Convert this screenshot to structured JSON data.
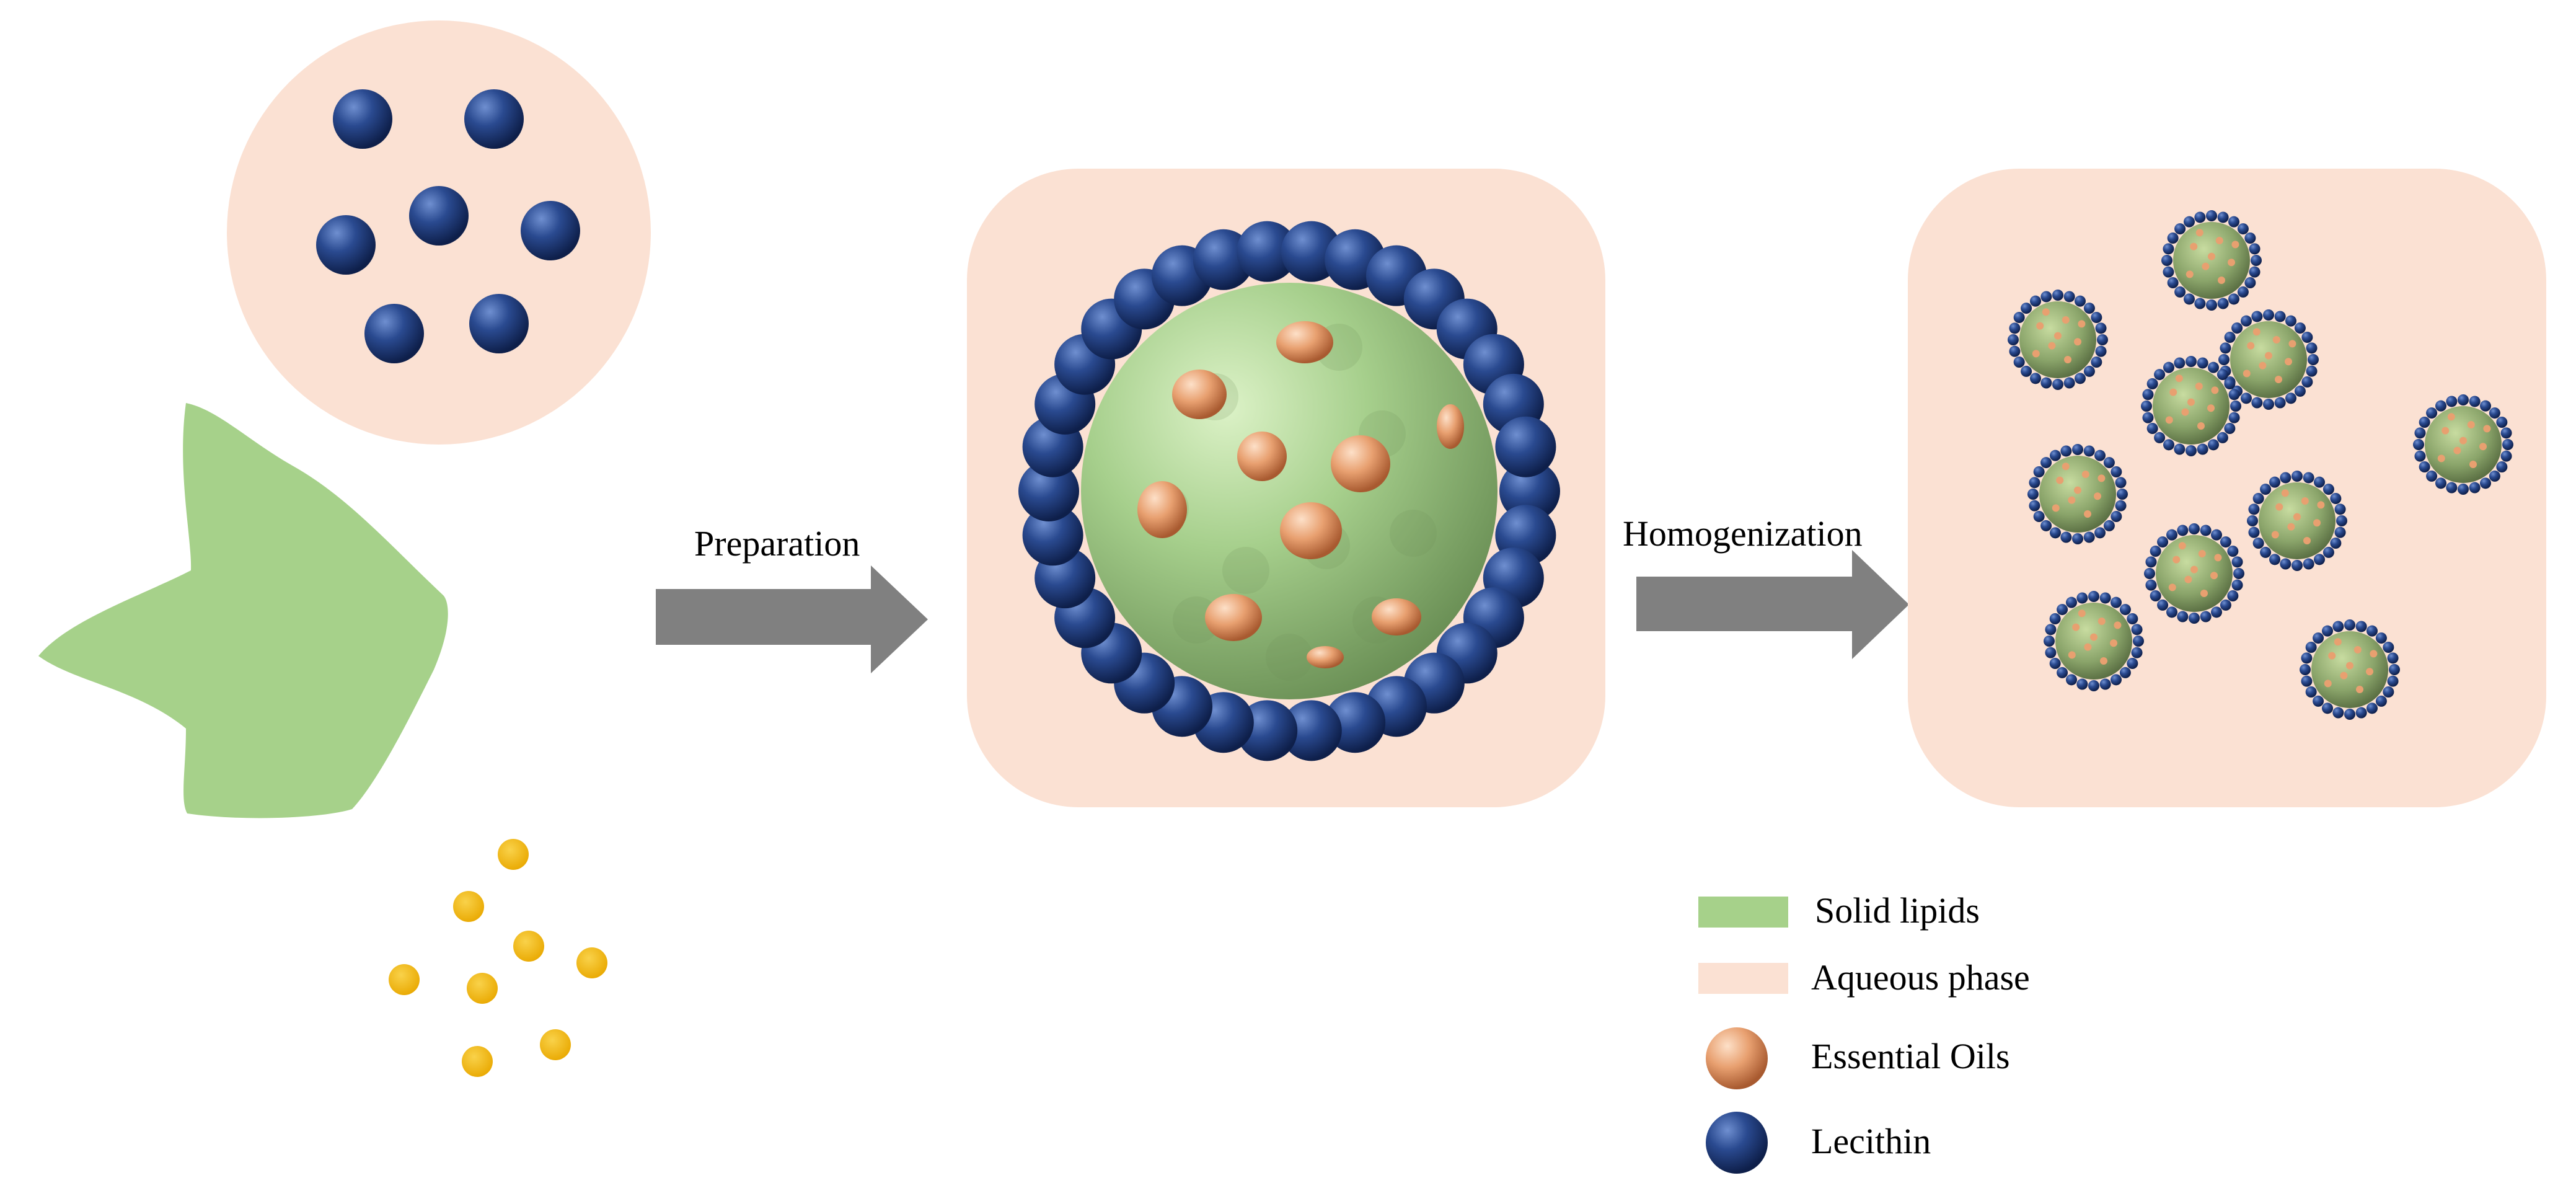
{
  "steps": {
    "preparation": "Preparation",
    "homogenization": "Homogenization"
  },
  "legend": [
    {
      "key": "solid_lipids",
      "label": "Solid lipids",
      "color": "#a6d18a"
    },
    {
      "key": "aqueous_phase",
      "label": "Aqueous phase",
      "color": "#fbe1d3"
    },
    {
      "key": "essential_oils",
      "label": "Essential Oils",
      "color": "#e8a070"
    },
    {
      "key": "lecithin",
      "label": "Lecithin",
      "color": "#1e3a78"
    }
  ],
  "colors": {
    "aqueous": "#fbe1d3",
    "solid_lipid": "#a6d18a",
    "lipid_sphere": "#9fc98a",
    "oil": "#e8a070",
    "lecithin": "#1e3a78",
    "yellow_droplet": "#f2b90f",
    "arrow": "#808080"
  },
  "icons": {
    "arrow": "right-arrow-icon",
    "sphere": "sphere-icon",
    "legend_swatch": "swatch-icon"
  }
}
